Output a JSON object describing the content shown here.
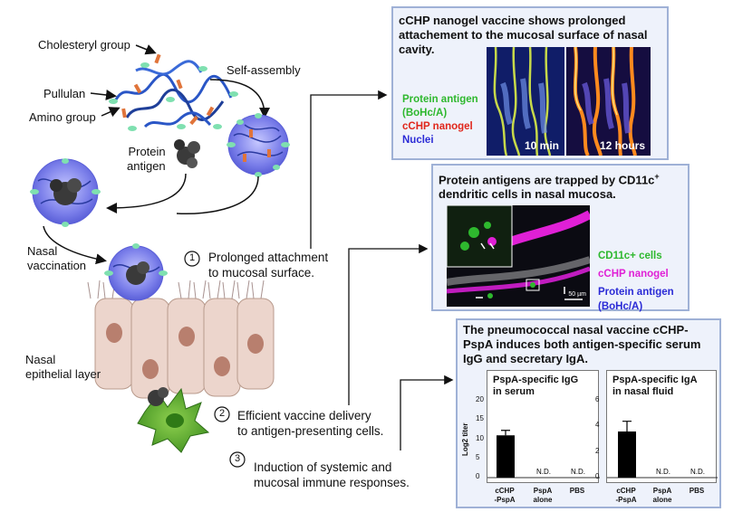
{
  "labels": {
    "cholesteryl": "Cholesteryl group",
    "pullulan": "Pullulan",
    "amino": "Amino group",
    "self_assembly": "Self-assembly",
    "protein_antigen_line1": "Protein",
    "protein_antigen_line2": "antigen",
    "nasal_vacc_line1": "Nasal",
    "nasal_vacc_line2": "vaccination",
    "epithelial_line1": "Nasal",
    "epithelial_line2": "epithelial layer"
  },
  "steps": [
    {
      "num": "1",
      "line1": "Prolonged attachment",
      "line2": "to mucosal surface."
    },
    {
      "num": "2",
      "line1": "Efficient vaccine delivery",
      "line2": "to antigen-presenting cells."
    },
    {
      "num": "3",
      "line1": "Induction of systemic and",
      "line2": "mucosal immune responses."
    }
  ],
  "panel1": {
    "title_line1": "cCHP nanogel vaccine shows prolonged",
    "title_line2": "attachement to the mucosal surface of nasal",
    "title_line3": "cavity.",
    "legend": [
      {
        "text": "Protein antigen",
        "color": "#2eb82e"
      },
      {
        "text": "(BoHc/A)",
        "color": "#2eb82e"
      },
      {
        "text": "cCHP nanogel",
        "color": "#e0261b"
      },
      {
        "text": "Nuclei",
        "color": "#2b2bd6"
      }
    ],
    "img_left_label": "10 min",
    "img_right_label": "12 hours"
  },
  "panel2": {
    "title_line1": "Protein antigens are trapped by CD11c",
    "title_sup": "+",
    "title_line2": "dendritic cells in nasal mucosa.",
    "legend": [
      {
        "text": "CD11c+ cells",
        "color": "#2eb82e"
      },
      {
        "text": "cCHP nanogel",
        "color": "#e020d6"
      },
      {
        "text": "Protein antigen",
        "color": "#2b2bd6"
      },
      {
        "text": "(BoHc/A)",
        "color": "#2b2bd6"
      }
    ],
    "scale": "50 µm"
  },
  "panel3": {
    "title_line1": "The pneumococcal nasal vaccine cCHP-",
    "title_line2": "PspA induces both antigen-specific serum",
    "title_line3": "IgG and secretary IgA.",
    "ylabel": "Log2 titer",
    "nd": "N.D."
  },
  "chart_data": [
    {
      "type": "bar",
      "title": "PspA-specific IgG in serum",
      "title_line1": "PspA-specific IgG",
      "title_line2": "in serum",
      "ylabel": "Log2 titer",
      "ylim": [
        0,
        20
      ],
      "yticks": [
        "20",
        "15",
        "10",
        "5",
        "0"
      ],
      "categories": [
        {
          "line1": "cCHP",
          "line2": "-PspA"
        },
        {
          "line1": "PspA",
          "line2": "alone"
        },
        {
          "line1": "PBS",
          "line2": ""
        }
      ],
      "values": [
        11,
        null,
        null
      ],
      "errors": [
        1.3,
        null,
        null
      ],
      "annotations": [
        "",
        "N.D.",
        "N.D."
      ]
    },
    {
      "type": "bar",
      "title": "PspA-specific IgA in nasal fluid",
      "title_line1": "PspA-specific IgA",
      "title_line2": "in nasal fluid",
      "ylim": [
        0,
        6
      ],
      "yticks": [
        "6",
        "4",
        "2",
        "0"
      ],
      "categories": [
        {
          "line1": "cCHP",
          "line2": "-PspA"
        },
        {
          "line1": "PspA",
          "line2": "alone"
        },
        {
          "line1": "PBS",
          "line2": ""
        }
      ],
      "values": [
        3.6,
        null,
        null
      ],
      "errors": [
        0.8,
        null,
        null
      ],
      "annotations": [
        "",
        "N.D.",
        "N.D."
      ]
    }
  ]
}
